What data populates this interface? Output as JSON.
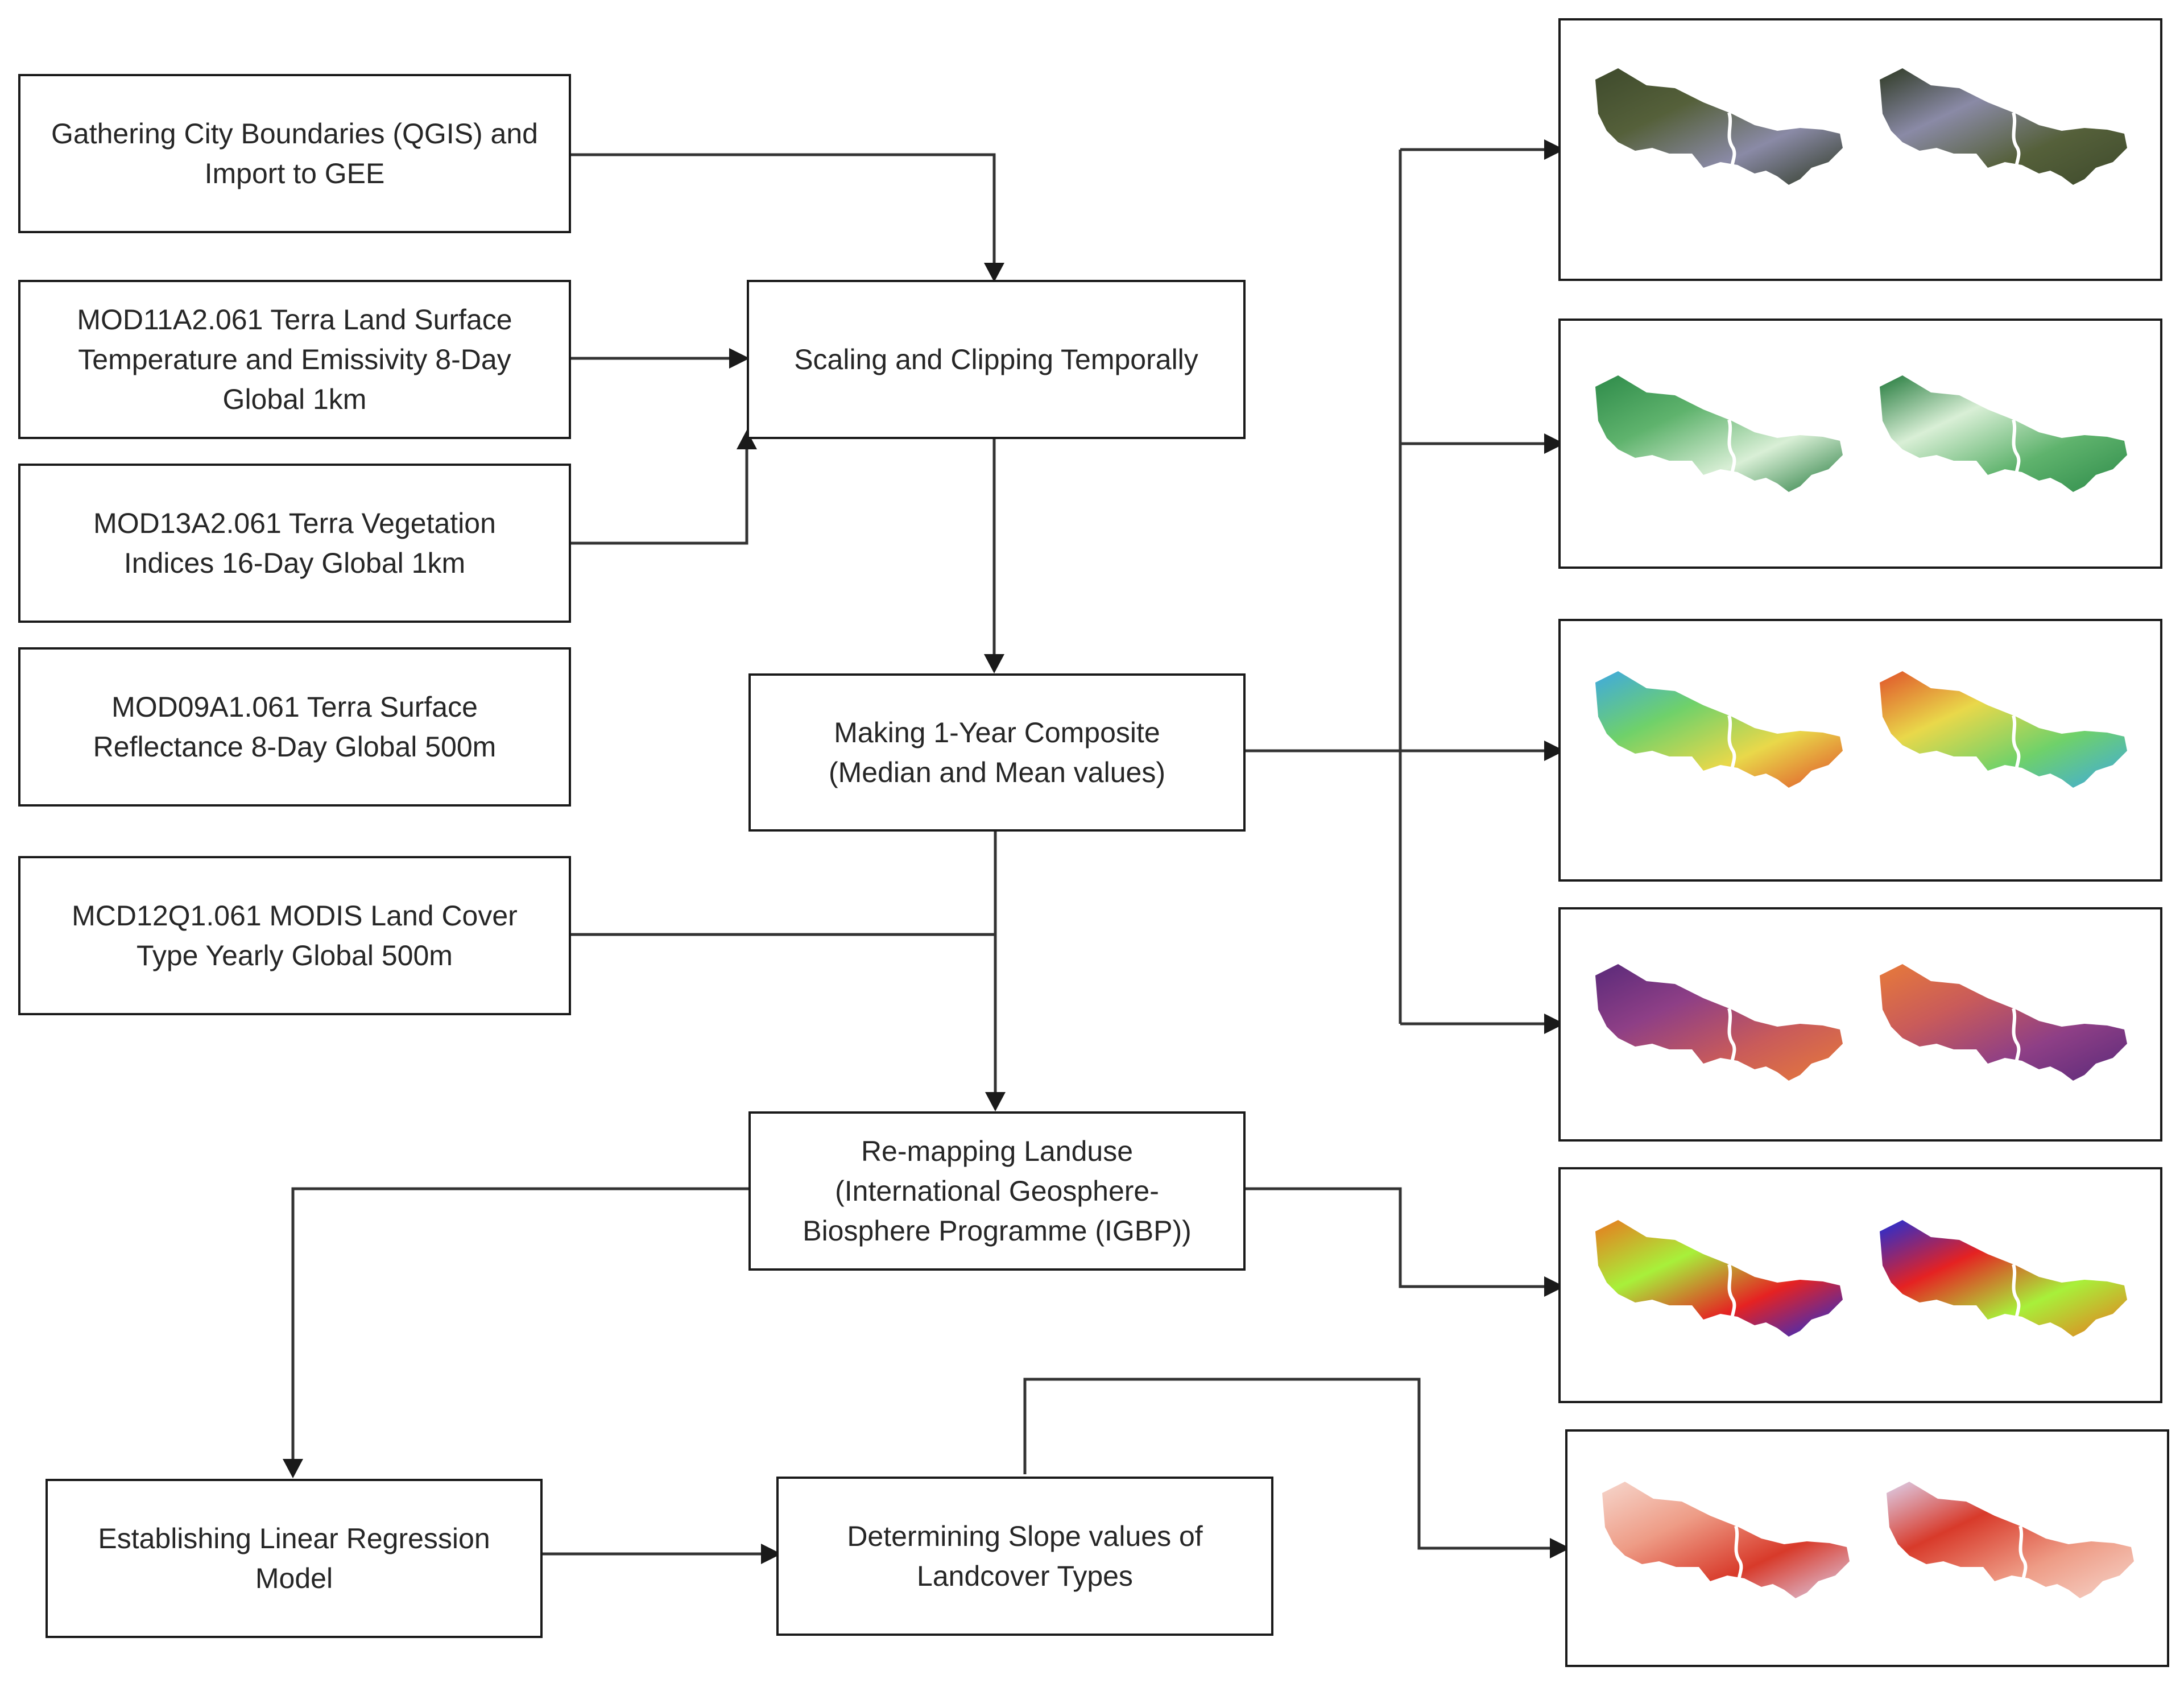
{
  "nodes": {
    "gather": "Gathering City Boundaries (QGIS) and\nImport to GEE",
    "mod11": "MOD11A2.061 Terra Land Surface\nTemperature and Emissivity 8-Day\nGlobal 1km",
    "mod13": "MOD13A2.061 Terra Vegetation\nIndices 16-Day Global 1km",
    "mod09": "MOD09A1.061 Terra Surface\nReflectance 8-Day Global 500m",
    "mcd12": "MCD12Q1.061 MODIS Land Cover\nType Yearly Global 500m",
    "scaling": "Scaling and Clipping Temporally",
    "composite": "Making 1-Year Composite\n(Median and Mean values)",
    "remap": "Re-mapping Landuse\n(International Geosphere-\nBiosphere Programme (IGBP))",
    "regression": "Establishing Linear Regression\nModel",
    "slope": "Determining Slope values of\nLandcover Types"
  },
  "panels": [
    {
      "name": "true-color",
      "colors": [
        "#3e4a2c",
        "#55603a",
        "#8a8aa6",
        "#2f3a24"
      ]
    },
    {
      "name": "vegetation",
      "colors": [
        "#2e8b4a",
        "#5fb36d",
        "#d9efd6",
        "#237a3c"
      ]
    },
    {
      "name": "surface-temperature",
      "colors": [
        "#3fa9e0",
        "#6fd16a",
        "#e9d84a",
        "#e0532a"
      ]
    },
    {
      "name": "reflectance",
      "colors": [
        "#5a2a7a",
        "#8e3f86",
        "#c95b5a",
        "#e77a3a"
      ]
    },
    {
      "name": "landcover",
      "colors": [
        "#e8791f",
        "#a8f03a",
        "#e52222",
        "#1f2fd8"
      ]
    },
    {
      "name": "slope",
      "colors": [
        "#f6d6cc",
        "#ee9c86",
        "#d83a2a",
        "#ddd0ea"
      ]
    }
  ]
}
